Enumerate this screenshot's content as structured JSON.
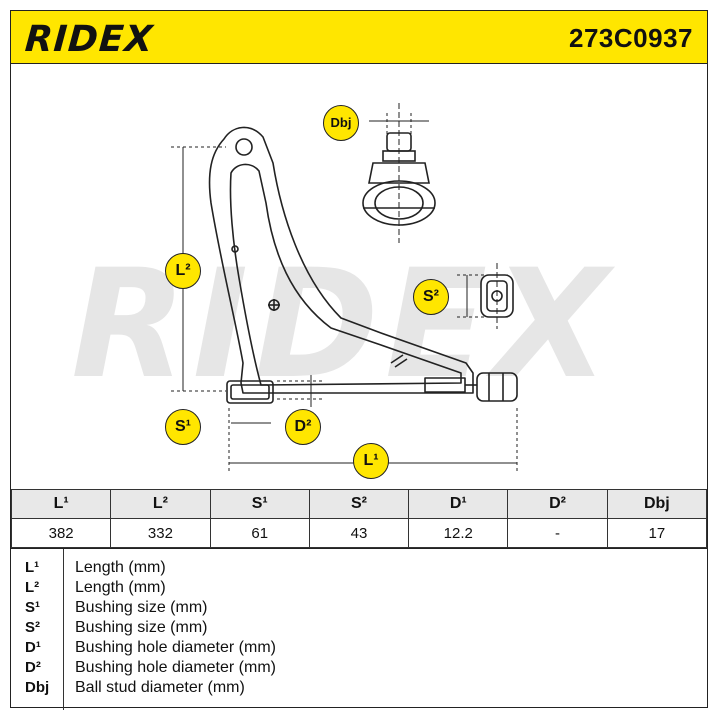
{
  "header": {
    "brand": "RIDEX",
    "part_number": "273C0937"
  },
  "watermark": "RIDEX",
  "callouts": {
    "dbj": "Dbj",
    "l2": "L²",
    "s2": "S²",
    "s1": "S¹",
    "d2": "D²",
    "l1": "L¹"
  },
  "table": {
    "headers": [
      "L¹",
      "L²",
      "S¹",
      "S²",
      "D¹",
      "D²",
      "Dbj"
    ],
    "values": [
      "382",
      "332",
      "61",
      "43",
      "12.2",
      "-",
      "17"
    ]
  },
  "legend": [
    {
      "key": "L¹",
      "desc": "Length (mm)"
    },
    {
      "key": "L²",
      "desc": "Length (mm)"
    },
    {
      "key": "S¹",
      "desc": "Bushing size (mm)"
    },
    {
      "key": "S²",
      "desc": "Bushing size (mm)"
    },
    {
      "key": "D¹",
      "desc": "Bushing hole diameter (mm)"
    },
    {
      "key": "D²",
      "desc": "Bushing hole diameter (mm)"
    },
    {
      "key": "Dbj",
      "desc": "Ball stud diameter (mm)"
    }
  ],
  "colors": {
    "brand_yellow": "#ffe600",
    "line": "#222222",
    "watermark": "#e6e6e6"
  }
}
